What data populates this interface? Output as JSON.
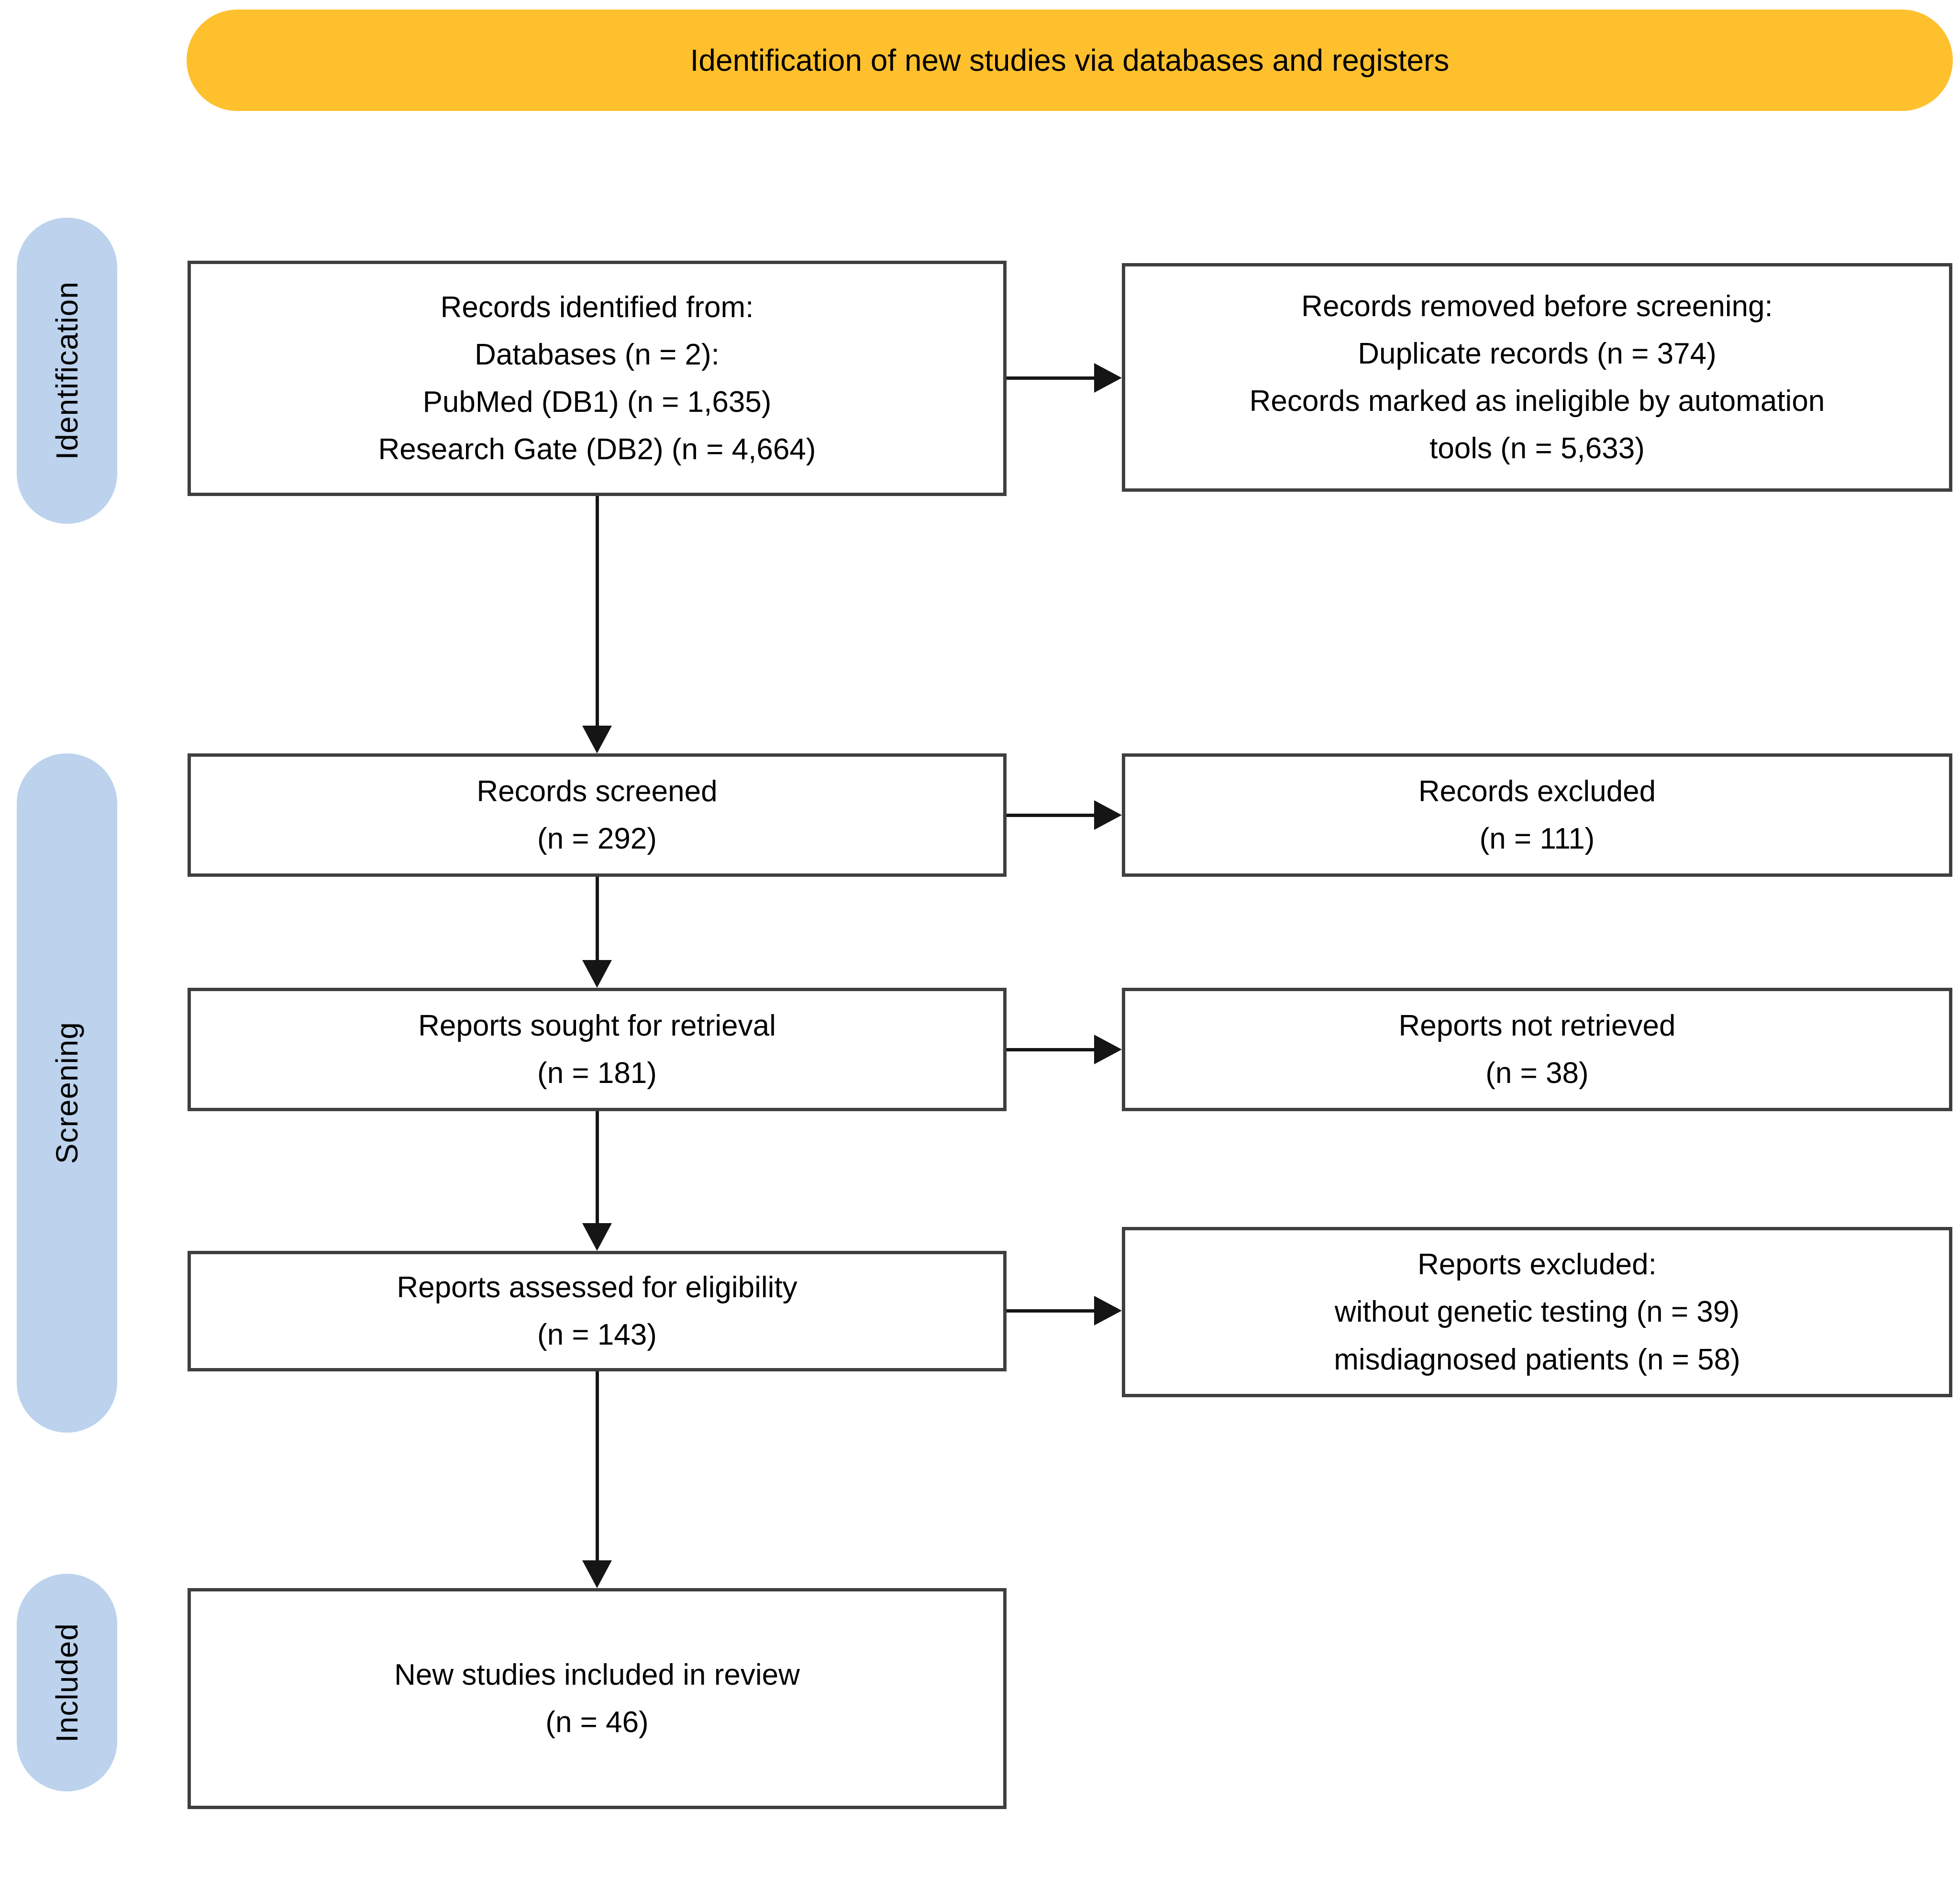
{
  "banner": {
    "label": "Identification of new studies via databases and registers"
  },
  "stages": [
    {
      "id": "identification",
      "label": "Identification"
    },
    {
      "id": "screening",
      "label": "Screening"
    },
    {
      "id": "included",
      "label": "Included"
    }
  ],
  "boxes": {
    "identified": {
      "text": "Records identified from:\nDatabases (n = 2):\nPubMed (DB1) (n = 1,635)\nResearch Gate (DB2) (n = 4,664)"
    },
    "removed": {
      "text": "Records removed before screening:\nDuplicate records (n = 374)\nRecords marked as ineligible by automation\ntools (n = 5,633)"
    },
    "screened": {
      "text": "Records screened\n(n = 292)"
    },
    "records_excluded": {
      "text": "Records excluded\n(n = 111)"
    },
    "sought": {
      "text": "Reports sought for retrieval\n(n = 181)"
    },
    "not_retrieved": {
      "text": "Reports not retrieved\n(n = 38)"
    },
    "assessed": {
      "text": "Reports assessed for eligibility\n(n = 143)"
    },
    "reports_excluded": {
      "text": "Reports excluded:\nwithout genetic testing (n = 39)\nmisdiagnosed patients (n = 58)"
    },
    "included": {
      "text": "New studies included in review\n(n = 46)"
    }
  },
  "colors": {
    "banner_bg": "#FFC02E",
    "stage_bg": "#BCD2ED",
    "box_border": "#3F3F3F",
    "arrow_color": "#151515"
  }
}
